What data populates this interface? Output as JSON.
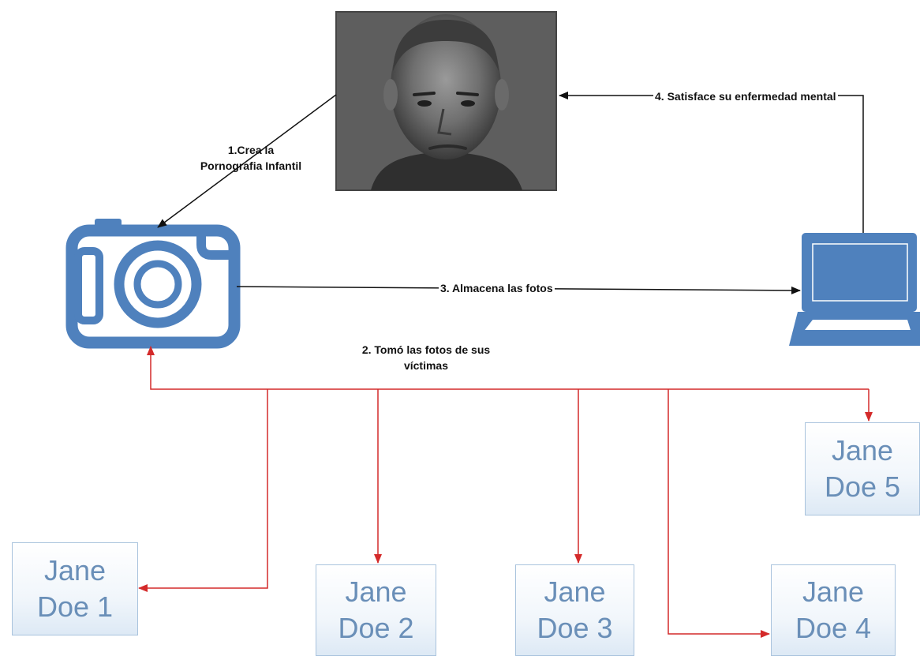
{
  "steps": {
    "step1_line1": "1.Crea la",
    "step1_line2": "Pornografia Infantil",
    "step2_line1": "2. Tomó las fotos de sus",
    "step2_line2": "víctimas",
    "step3": "3. Almacena las fotos",
    "step4": "4. Satisface su enfermedad mental"
  },
  "victims": [
    {
      "line1": "Jane",
      "line2": "Doe 1"
    },
    {
      "line1": "Jane",
      "line2": "Doe 2"
    },
    {
      "line1": "Jane",
      "line2": "Doe 3"
    },
    {
      "line1": "Jane",
      "line2": "Doe 4"
    },
    {
      "line1": "Jane",
      "line2": "Doe 5"
    }
  ],
  "icons": {
    "camera": "camera-icon",
    "laptop": "laptop-icon",
    "photo": "person-photo"
  },
  "colors": {
    "icon_blue": "#4f81bd",
    "victim_arrow_red": "#d42a2a",
    "victim_text": "#6a8fb8",
    "arrow_black": "#111111"
  }
}
